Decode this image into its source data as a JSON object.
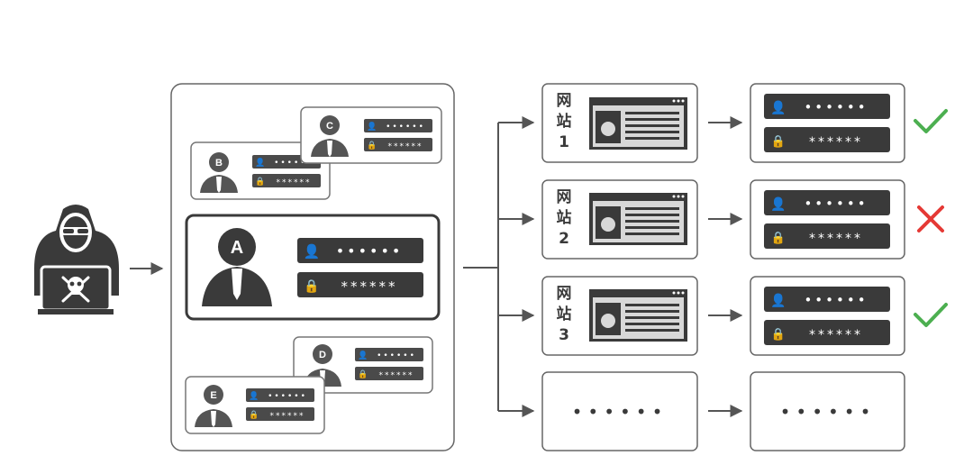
{
  "accounts": [
    {
      "letter": "A",
      "username_mask": "••••••",
      "password_mask": "******"
    },
    {
      "letter": "B",
      "username_mask": "••••••",
      "password_mask": "******"
    },
    {
      "letter": "C",
      "username_mask": "••••••",
      "password_mask": "******"
    },
    {
      "letter": "D",
      "username_mask": "••••••",
      "password_mask": "******"
    },
    {
      "letter": "E",
      "username_mask": "••••••",
      "password_mask": "******"
    }
  ],
  "sites": [
    {
      "label": "网站1",
      "char1": "网",
      "char2": "站",
      "number": "1",
      "username_mask": "••••••",
      "password_mask": "******",
      "result": "success"
    },
    {
      "label": "网站2",
      "char1": "网",
      "char2": "站",
      "number": "2",
      "username_mask": "••••••",
      "password_mask": "******",
      "result": "failure"
    },
    {
      "label": "网站3",
      "char1": "网",
      "char2": "站",
      "number": "3",
      "username_mask": "••••••",
      "password_mask": "******",
      "result": "success"
    }
  ],
  "more": {
    "site_placeholder": "••••••",
    "result_placeholder": "••••••"
  },
  "icons": [
    "hacker-icon",
    "skull-crossbones-icon",
    "person-icon",
    "lock-icon",
    "webpage-icon",
    "arrow-right-icon",
    "check-icon",
    "cross-icon"
  ],
  "colors": {
    "dark": "#3a3a3a",
    "border": "#555555",
    "frame": "#666666",
    "success": "#4caf50",
    "failure": "#e53935"
  }
}
